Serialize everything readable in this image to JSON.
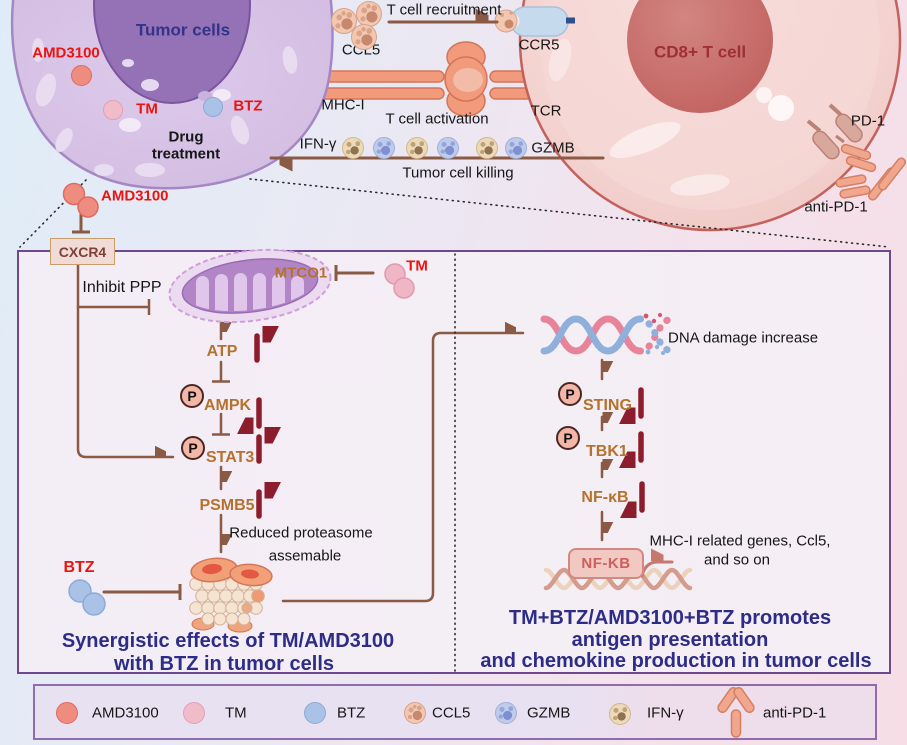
{
  "top": {
    "tumor_cells": "Tumor cells",
    "amd3100": "AMD3100",
    "tm": "TM",
    "btz": "BTZ",
    "drug_line1": "Drug",
    "drug_line2": "treatment",
    "ccl5": "CCL5",
    "t_cell_recruitment": "T cell recruitment",
    "ccr5": "CCR5",
    "mhc_i": "MHC-I",
    "tcr": "TCR",
    "t_cell_activation": "T cell activation",
    "ifn_gamma": "IFN-γ",
    "gzmb": "GZMB",
    "tumor_cell_killing": "Tumor cell killing",
    "cd8_t_cell": "CD8+ T cell",
    "pd_1": "PD-1",
    "anti_pd_1": "anti-PD-1",
    "amd3100_released": "AMD3100"
  },
  "left_pathway": {
    "cxcr4": "CXCR4",
    "inhibit_ppp": "Inhibit PPP",
    "mtco1": "MTCO1",
    "tm": "TM",
    "atp": "ATP",
    "p": "P",
    "ampk": "AMPK",
    "stat3": "STAT3",
    "psmb5": "PSMB5",
    "reduced_line1": "Reduced proteasome",
    "reduced_line2": "assemable",
    "btz": "BTZ",
    "caption_line1": "Synergistic effects of TM/AMD3100",
    "caption_line2": "with BTZ in tumor cells"
  },
  "right_pathway": {
    "dna_damage": "DNA damage increase",
    "p": "P",
    "sting": "STING",
    "tbk1": "TBK1",
    "nf_kb": "NF-κB",
    "nf_kb_box": "NF-KB",
    "genes_line1": "MHC-I related genes, Ccl5,",
    "genes_line2": "and so on",
    "caption_line1": "TM+BTZ/AMD3100+BTZ promotes",
    "caption_line2": "antigen presentation",
    "caption_line3": "and chemokine production in tumor cells"
  },
  "legend": {
    "items": [
      {
        "label": "AMD3100",
        "icon": "amd3100-ball"
      },
      {
        "label": "TM",
        "icon": "tm-ball"
      },
      {
        "label": "BTZ",
        "icon": "btz-ball"
      },
      {
        "label": "CCL5",
        "icon": "ccl5-spotted-ball"
      },
      {
        "label": "GZMB",
        "icon": "gzmb-spotted-ball"
      },
      {
        "label": "IFN-γ",
        "icon": "ifn-gamma-spotted-ball"
      },
      {
        "label": "anti-PD-1",
        "icon": "antibody-icon"
      }
    ]
  },
  "colors": {
    "amd3100_ball": "#ef8c80",
    "tm_ball": "#f0bcca",
    "btz_ball": "#a9c2e6",
    "pathway_label_orange": "#b5722e",
    "arrow_brown": "#8a5a44",
    "arrow_dark_red": "#8c1d2c",
    "caption_navy": "#2d2c86",
    "drug_label_red": "#ea1410",
    "panel_border": "#6f4790",
    "tumor_cell_fill": "#d6c2e5",
    "cd8_cell_fill": "#f3d3d0"
  }
}
